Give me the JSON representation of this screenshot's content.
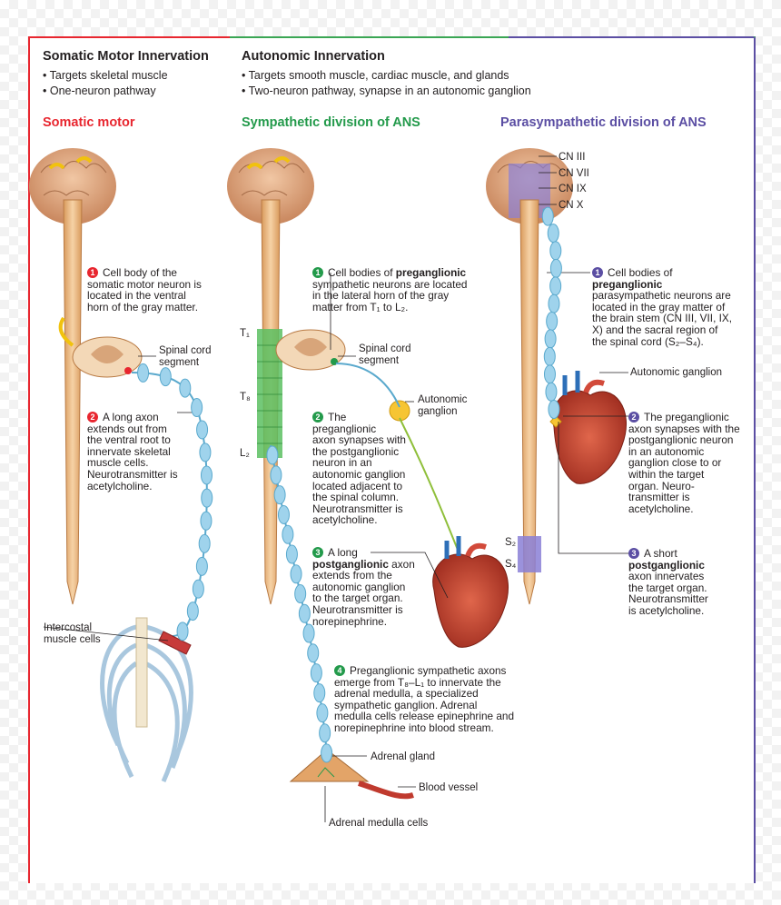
{
  "somatic": {
    "header": "Somatic Motor Innervation",
    "bullets": [
      "• Targets skeletal muscle",
      "• One-neuron pathway"
    ],
    "subtitle": "Somatic motor",
    "step1": {
      "num": "1",
      "lines": [
        "Cell body of the",
        "somatic motor neuron is",
        "located in the ventral",
        "horn of the gray matter."
      ]
    },
    "step2": {
      "num": "2",
      "lines": [
        "A long axon",
        "extends out from",
        "the ventral root to",
        "innervate skeletal",
        "muscle cells.",
        "Neurotransmitter is",
        "acetylcholine."
      ]
    },
    "labels": {
      "spinal_cord": [
        "Spinal cord",
        "segment"
      ],
      "intercostal": [
        "Intercostal",
        "muscle cells"
      ]
    }
  },
  "autonomic": {
    "header": "Autonomic Innervation",
    "bullets": [
      "• Targets smooth muscle, cardiac muscle, and glands",
      "• Two-neuron pathway, synapse in an autonomic ganglion"
    ]
  },
  "sympathetic": {
    "subtitle": "Sympathetic division of ANS",
    "step1": {
      "num": "1",
      "lines": [
        "Cell bodies of preganglionic",
        "sympathetic neurons are located",
        "in the lateral horn of the gray",
        "matter from T₁ to L₂."
      ],
      "bold": "preganglionic"
    },
    "step2": {
      "num": "2",
      "lines": [
        "The",
        "preganglionic",
        "axon synapses with",
        "the postganglionic",
        "neuron in an",
        "autonomic ganglion",
        "located adjacent to",
        "the spinal column.",
        "Neurotransmitter is",
        "acetylcholine."
      ]
    },
    "step3": {
      "num": "3",
      "lines": [
        "A long",
        "postganglionic axon",
        "extends from the",
        "autonomic ganglion",
        "to the target organ.",
        "Neurotransmitter is",
        "norepinephrine."
      ],
      "bold": "postganglionic"
    },
    "step4": {
      "num": "4",
      "lines": [
        "Preganglionic sympathetic axons",
        "emerge from T₈–L₁ to innervate the",
        "adrenal medulla, a specialized",
        "sympathetic ganglion. Adrenal",
        "medulla cells release epinephrine and",
        "norepinephrine into blood stream."
      ]
    },
    "labels": {
      "spinal_cord": [
        "Spinal cord",
        "segment"
      ],
      "ganglion": [
        "Autonomic",
        "ganglion"
      ],
      "t1": "T₁",
      "t8": "T₈",
      "l2": "L₂",
      "adrenal_gland": "Adrenal gland",
      "blood_vessel": "Blood vessel",
      "adrenal_medulla": "Adrenal medulla cells"
    }
  },
  "parasympathetic": {
    "subtitle": "Parasympathetic division of ANS",
    "cranial_nerves": [
      "CN III",
      "CN VII",
      "CN IX",
      "CN X"
    ],
    "step1": {
      "num": "1",
      "lines": [
        "Cell bodies of",
        "preganglionic",
        "parasympathetic neurons are",
        "located in the gray matter of",
        "the brain stem (CN III, VII, IX,",
        "X) and the sacral region of",
        "the spinal cord (S₂–S₄)."
      ],
      "bold": "preganglionic"
    },
    "step2": {
      "num": "2",
      "lines": [
        "The preganglionic",
        "axon synapses with the",
        "postganglionic neuron",
        "in an autonomic",
        "ganglion close to or",
        "within the target",
        "organ. Neuro-",
        "transmitter is",
        "acetylcholine."
      ]
    },
    "step3": {
      "num": "3",
      "lines": [
        "A short",
        "postganglionic",
        "axon innervates",
        "the target organ.",
        "Neurotransmitter",
        "is acetylcholine."
      ],
      "bold": "postganglionic"
    },
    "labels": {
      "ganglion": "Autonomic ganglion",
      "s2": "S₂",
      "s4": "S₄"
    }
  },
  "colors": {
    "somatic": "#e8262f",
    "sympathetic": "#239a4b",
    "parasympathetic": "#5b4ea3",
    "axon": "#9fd3ec",
    "cord": "#e9b27d"
  }
}
